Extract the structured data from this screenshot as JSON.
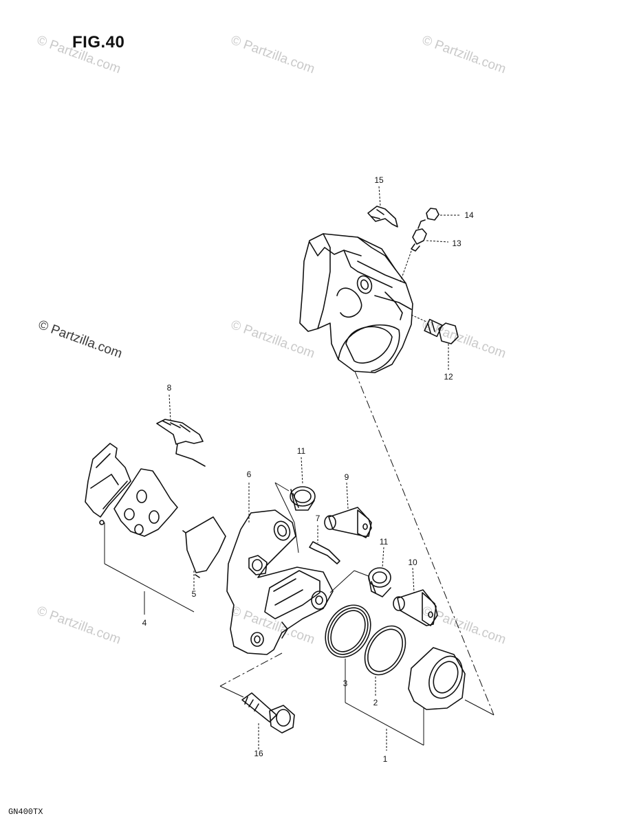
{
  "figure": {
    "title": "FIG.40",
    "model": "GN400TX"
  },
  "watermark": "© Partzilla.com",
  "parts": [
    {
      "label": "1"
    },
    {
      "label": "2"
    },
    {
      "label": "3"
    },
    {
      "label": "4"
    },
    {
      "label": "5"
    },
    {
      "label": "6"
    },
    {
      "label": "7"
    },
    {
      "label": "8"
    },
    {
      "label": "9"
    },
    {
      "label": "10"
    },
    {
      "label": "11"
    },
    {
      "label": "11"
    },
    {
      "label": "12"
    },
    {
      "label": "13"
    },
    {
      "label": "14"
    },
    {
      "label": "15"
    },
    {
      "label": "16"
    }
  ]
}
